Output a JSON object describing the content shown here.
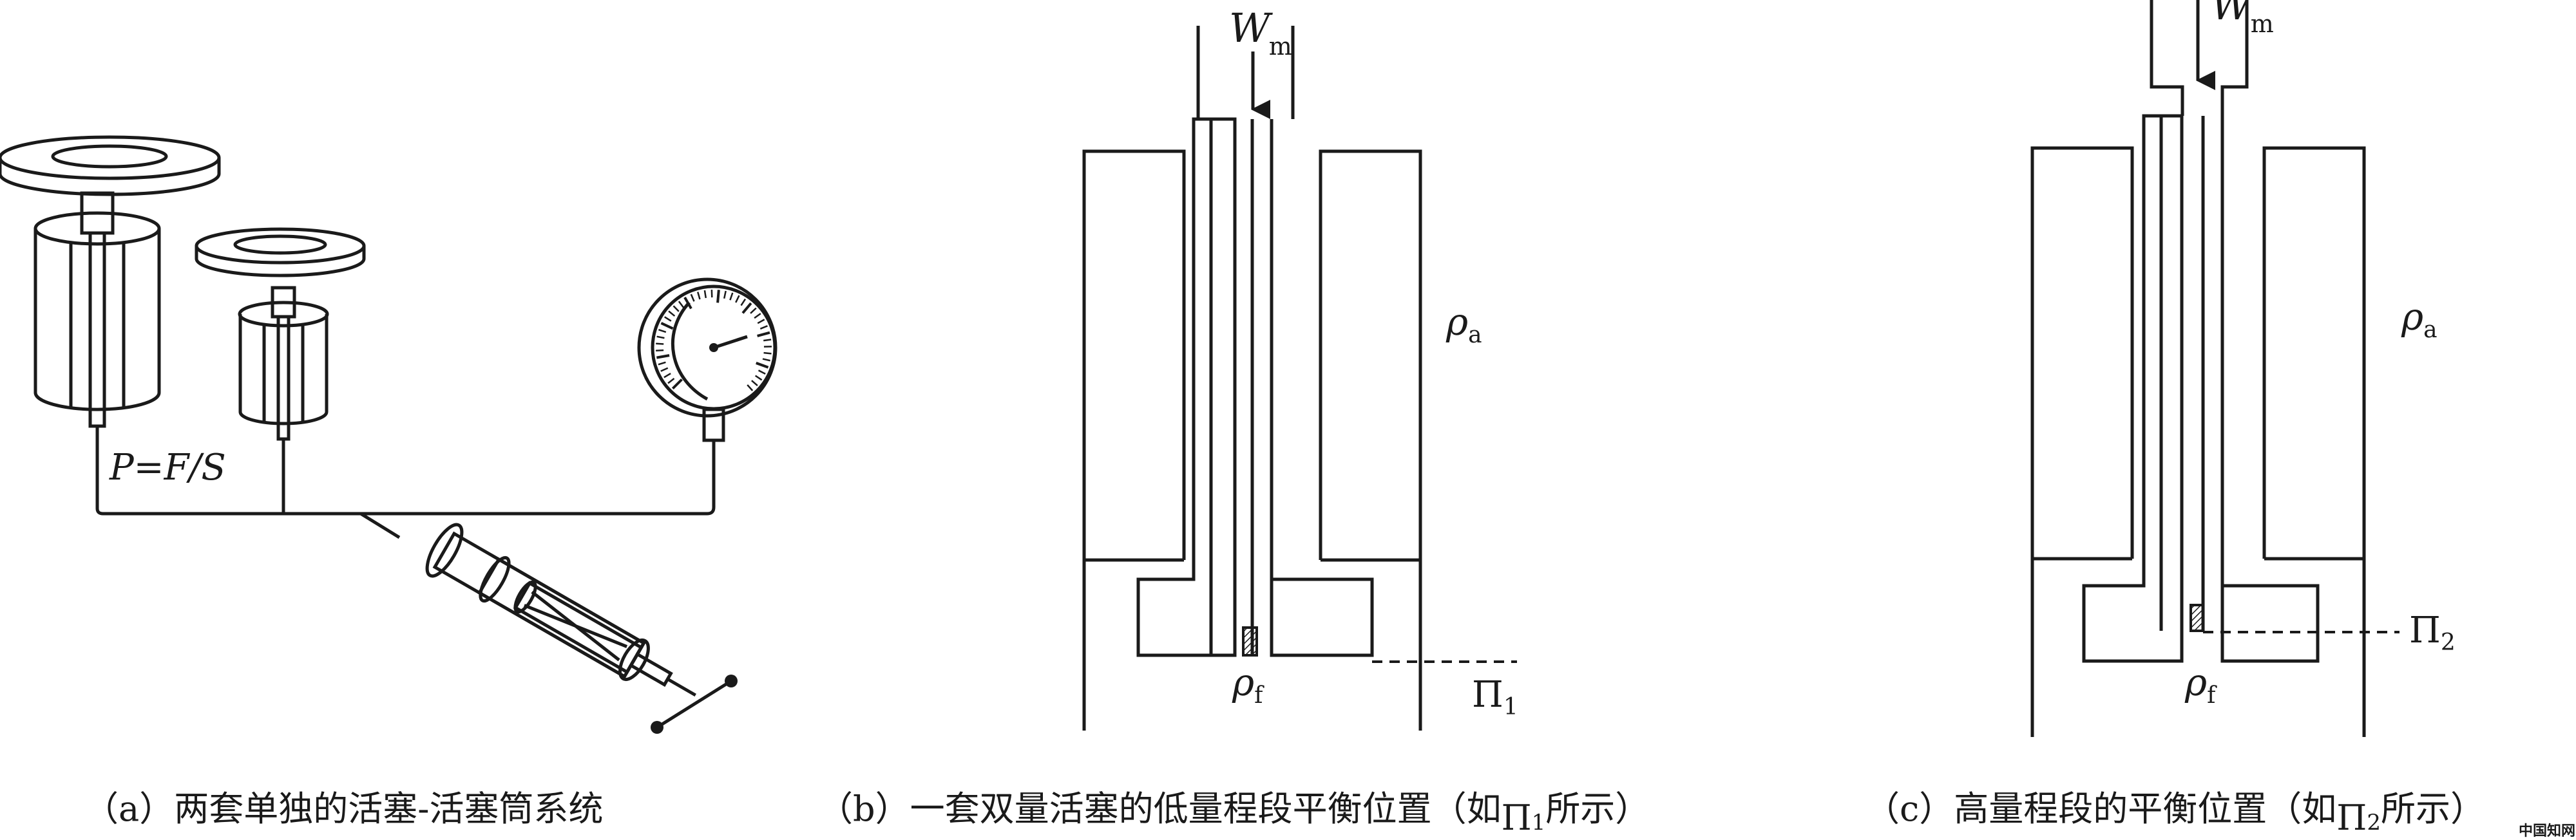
{
  "panel_a": {
    "formula": "P=F/S",
    "caption": "（a）两套单独的活塞-活塞筒系统"
  },
  "panel_b": {
    "load_symbol": "W",
    "load_subscript": "m",
    "rho_a_symbol": "ρ",
    "rho_a_subscript": "a",
    "rho_f_symbol": "ρ",
    "rho_f_subscript": "f",
    "level_symbol": "Π",
    "level_subscript": "1",
    "caption_prefix": "（b）一套双量活塞的低量程段平衡位置（如",
    "caption_symbol": "Π",
    "caption_subscript": "1",
    "caption_suffix": "所示）"
  },
  "panel_c": {
    "load_symbol": "W",
    "load_subscript": "m",
    "rho_a_symbol": "ρ",
    "rho_a_subscript": "a",
    "rho_f_symbol": "ρ",
    "rho_f_subscript": "f",
    "level_symbol": "Π",
    "level_subscript": "2",
    "caption_prefix": "（c）高量程段的平衡位置（如",
    "caption_symbol": "Π",
    "caption_subscript": "2",
    "caption_suffix": "所示）"
  },
  "watermark": "中国知网"
}
